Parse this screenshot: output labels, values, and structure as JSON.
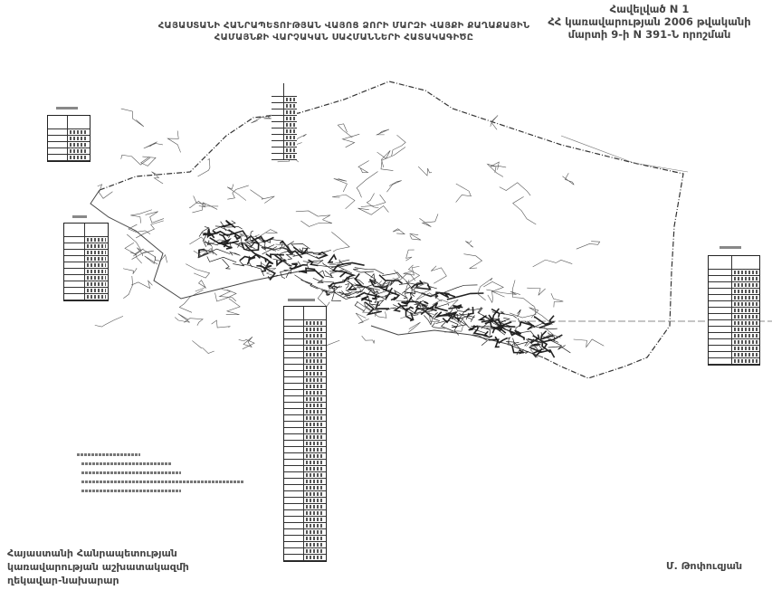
{
  "annex": {
    "line1": "Հավելված N 1",
    "line2": "ՀՀ կառավարության 2006 թվականի",
    "line3": "մարտի 9-ի N 391-Ն որոշման"
  },
  "title": {
    "line1": "ՀԱՅԱՍՏԱՆԻ ՀԱՆՐԱՊԵՏՈՒԹՅԱՆ ՎԱՅՈՑ ՁՈՐԻ ՄԱՐԶԻ ՎԱՅՔԻ ՔԱՂԱՔԱՅԻՆ",
    "line2": "ՀԱՄԱՅՆՔԻ ՎԱՐՉԱԿԱՆ ՍԱՀՄԱՆՆԵՐԻ ՀԱՏԱԿԱԳԻԾԸ"
  },
  "signature": {
    "left_line1": "Հայաստանի Հանրապետության",
    "left_line2": "կառավարության աշխատակազմի",
    "left_line3": "ղեկավար-նախարար",
    "name": "Մ. Թոփուզյան"
  }
}
